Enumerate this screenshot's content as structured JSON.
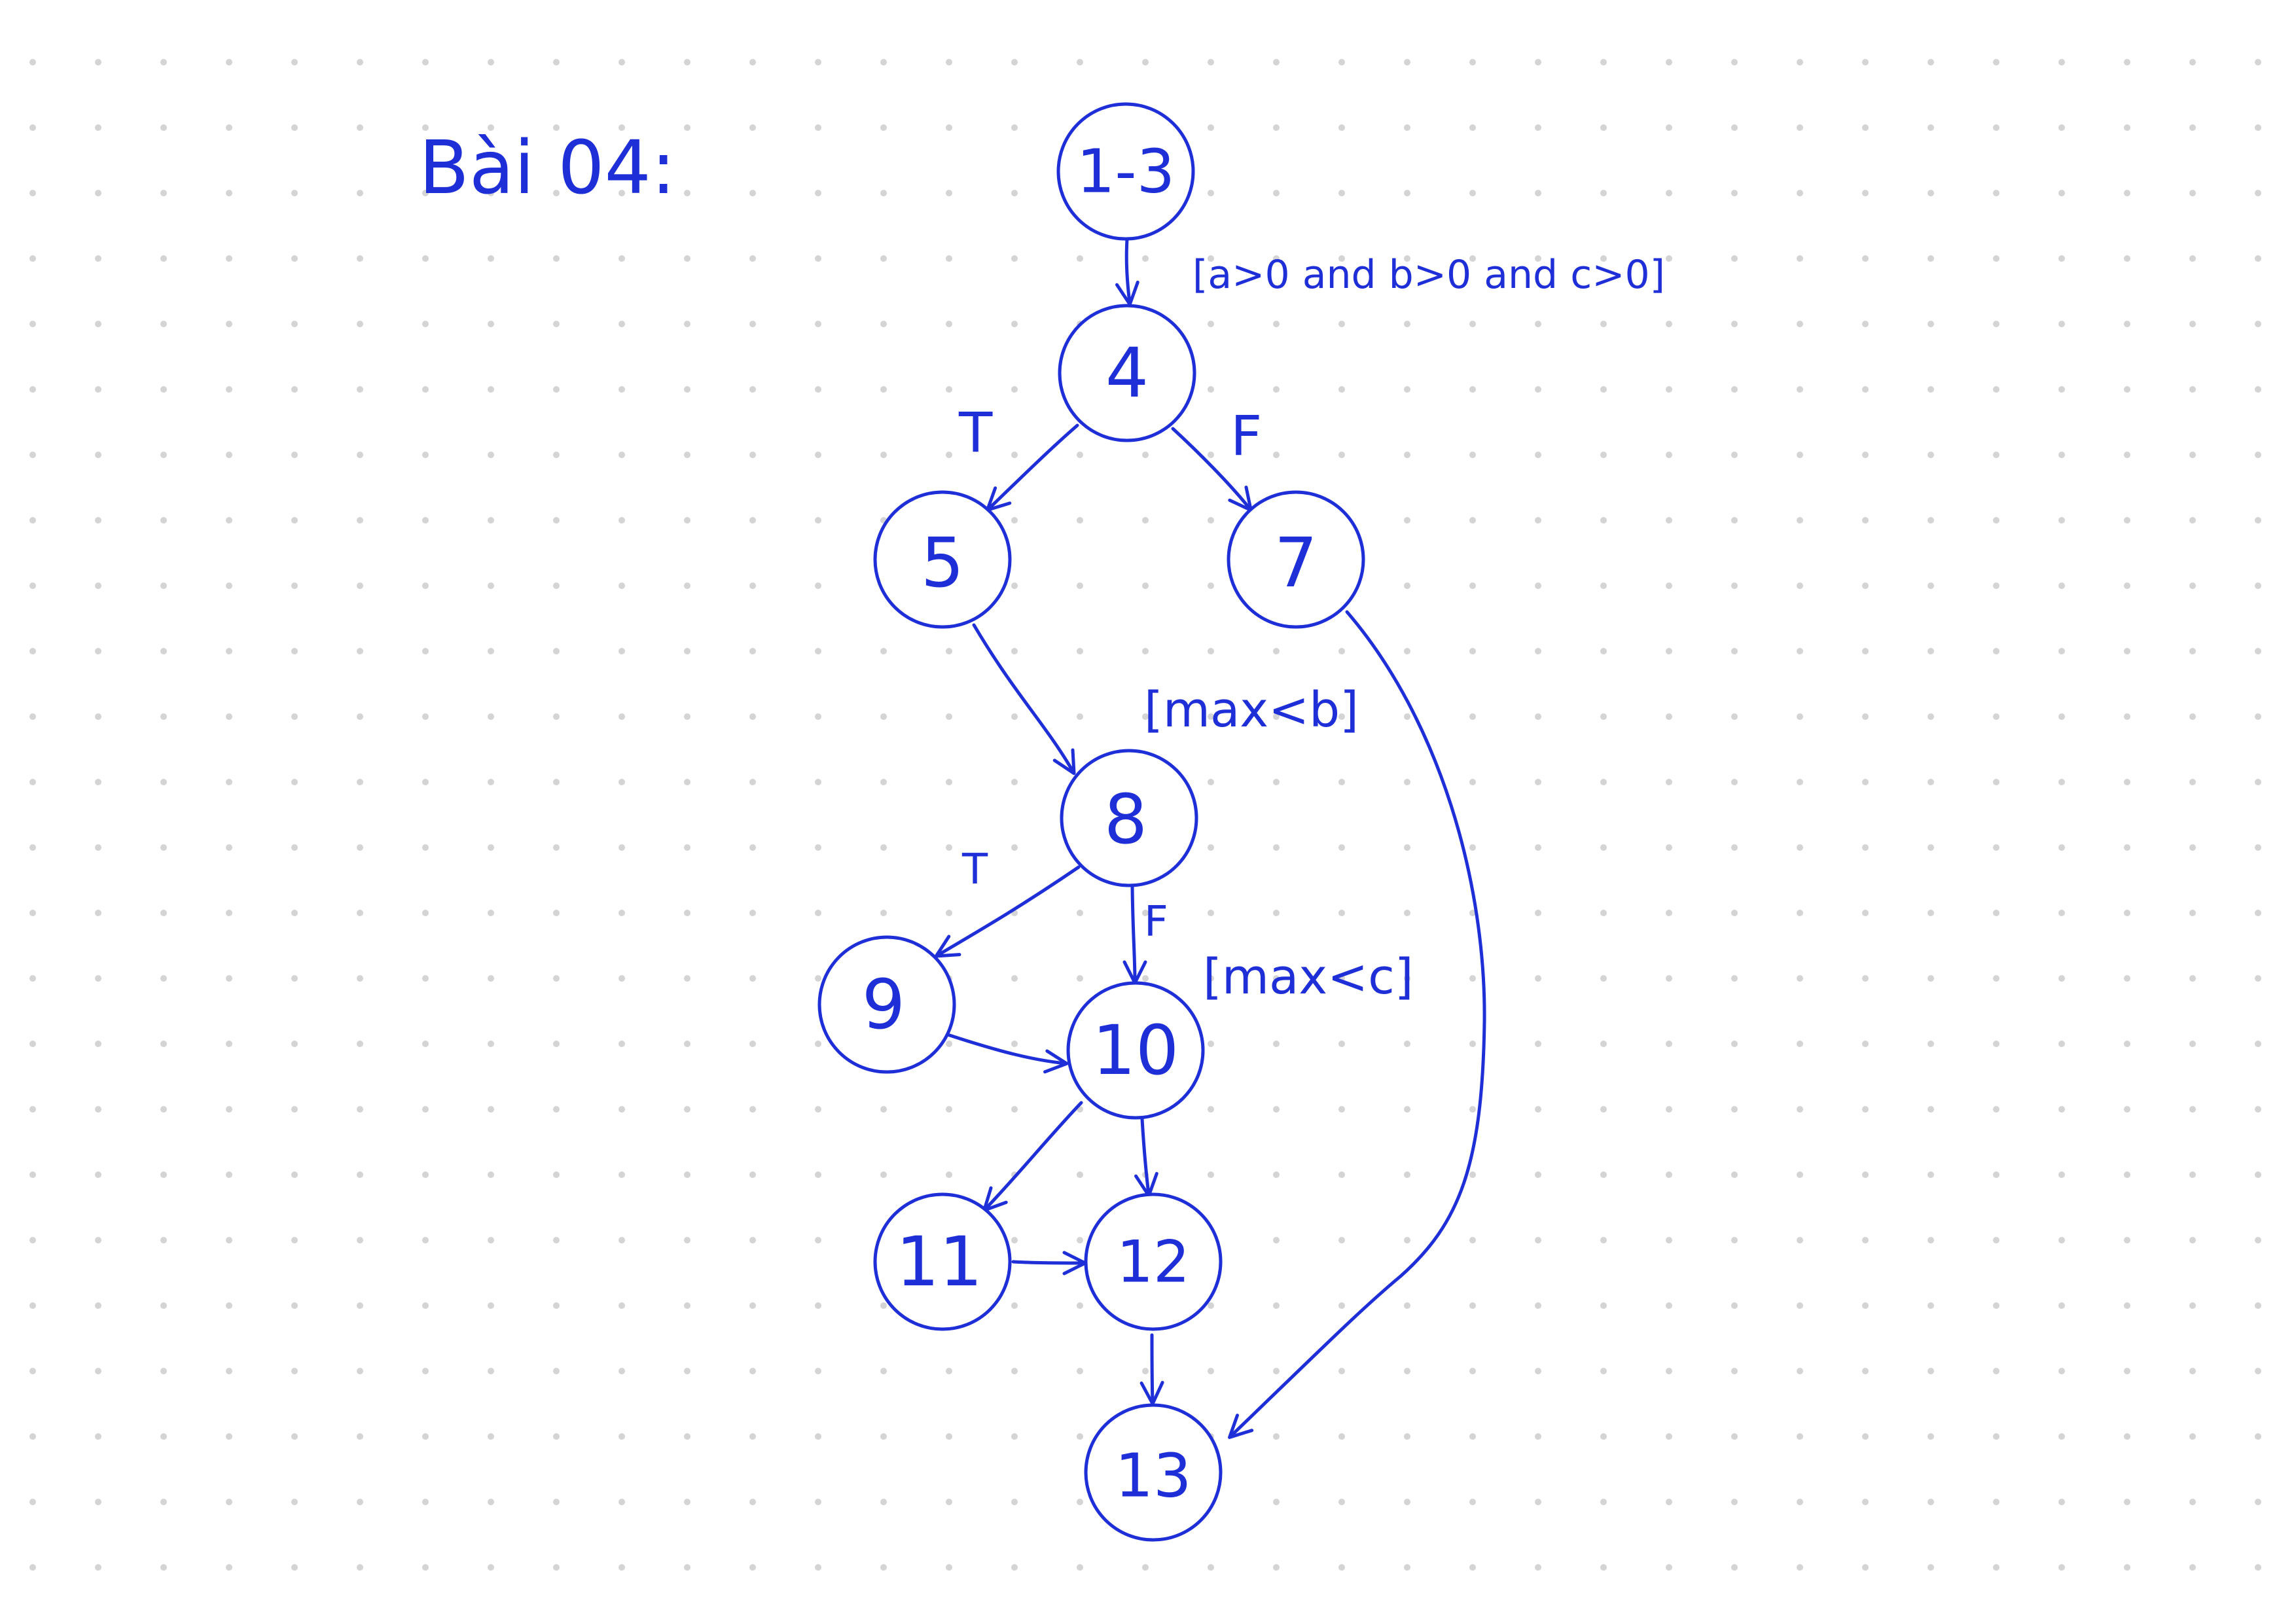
{
  "page": {
    "title": "Bài 04:",
    "background_color": "#ffffff",
    "dot_color": "#d4d4d4",
    "ink_color": "#1f2fd8"
  },
  "nodes": [
    {
      "id": "n1_3",
      "label": "1-3"
    },
    {
      "id": "n4",
      "label": "4"
    },
    {
      "id": "n5",
      "label": "5"
    },
    {
      "id": "n7",
      "label": "7"
    },
    {
      "id": "n8",
      "label": "8"
    },
    {
      "id": "n9",
      "label": "9"
    },
    {
      "id": "n10",
      "label": "10"
    },
    {
      "id": "n11",
      "label": "11"
    },
    {
      "id": "n12",
      "label": "12"
    },
    {
      "id": "n13",
      "label": "13"
    }
  ],
  "edges": [
    {
      "from": "1-3",
      "to": "4",
      "label": ""
    },
    {
      "from": "4",
      "to": "5",
      "label": "T"
    },
    {
      "from": "4",
      "to": "7",
      "label": "F"
    },
    {
      "from": "5",
      "to": "8",
      "label": ""
    },
    {
      "from": "7",
      "to": "13",
      "label": ""
    },
    {
      "from": "8",
      "to": "9",
      "label": "T"
    },
    {
      "from": "8",
      "to": "10",
      "label": "F"
    },
    {
      "from": "9",
      "to": "10",
      "label": ""
    },
    {
      "from": "10",
      "to": "11",
      "label": ""
    },
    {
      "from": "10",
      "to": "12",
      "label": ""
    },
    {
      "from": "11",
      "to": "12",
      "label": ""
    },
    {
      "from": "12",
      "to": "13",
      "label": ""
    }
  ],
  "conditions": {
    "node4": "[a>0 and b>0 and c>0]",
    "node8": "[max<b]",
    "node10": "[max<c]"
  }
}
